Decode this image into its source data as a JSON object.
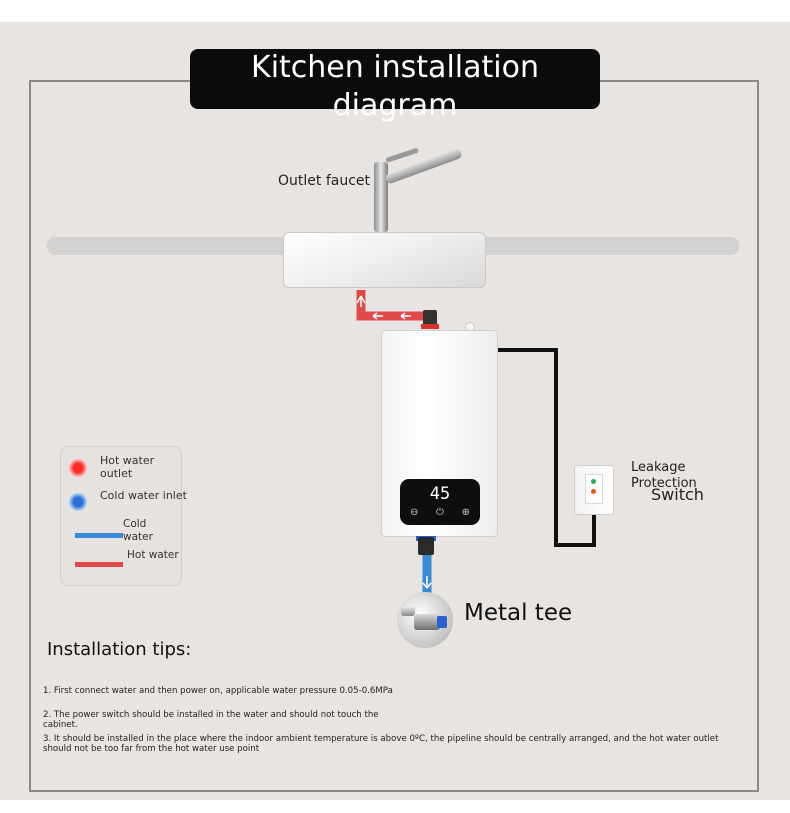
{
  "title": "Kitchen installation diagram",
  "labels": {
    "outlet_faucet": "Outlet faucet",
    "leakage_protection": "Leakage\nProtection",
    "switch": "Switch",
    "metal_tee": "Metal tee"
  },
  "heater": {
    "display_temp": "45",
    "btn_minus": "⊖",
    "btn_power": "⏻",
    "btn_plus": "⊕"
  },
  "legend": {
    "hot_outlet": "Hot water outlet",
    "cold_inlet": "Cold water inlet",
    "cold_water": "Cold water",
    "hot_water": "Hot water"
  },
  "tips": {
    "heading": "Installation tips:",
    "items": [
      "1. First connect water and then power on, applicable water pressure 0.05-0.6MPa",
      "2. The power switch should be installed in the water and should not touch the cabinet.",
      "3. It should be installed in the place where the indoor ambient temperature is above 0ºC, the pipeline should be centrally arranged, and the hot water outlet should not be too far from the hot water use point"
    ]
  },
  "colors": {
    "hot": "#e04a4a",
    "cold": "#3a8ad6",
    "title_bg": "#0b0b0b",
    "background": "#e8e4e1"
  }
}
